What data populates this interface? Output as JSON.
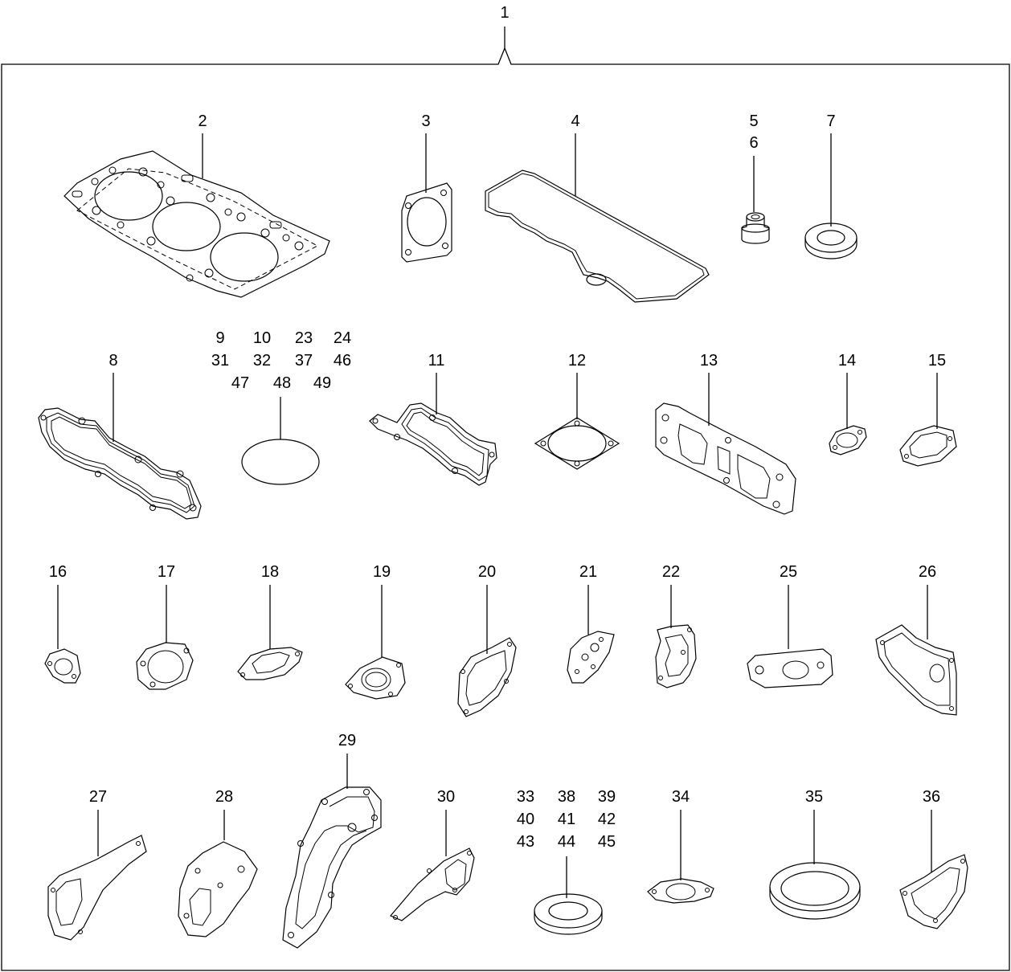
{
  "labels": {
    "l1": "1",
    "l2": "2",
    "l3": "3",
    "l4": "4",
    "l5": "5",
    "l6": "6",
    "l7": "7",
    "l8": "8",
    "l9": "9",
    "l10": "10",
    "l23": "23",
    "l24": "24",
    "l31": "31",
    "l32": "32",
    "l37": "37",
    "l46": "46",
    "l47": "47",
    "l48": "48",
    "l49": "49",
    "l11": "11",
    "l12": "12",
    "l13": "13",
    "l14": "14",
    "l15": "15",
    "l16": "16",
    "l17": "17",
    "l18": "18",
    "l19": "19",
    "l20": "20",
    "l21": "21",
    "l22": "22",
    "l25": "25",
    "l26": "26",
    "l27": "27",
    "l28": "28",
    "l29": "29",
    "l30": "30",
    "l33": "33",
    "l38": "38",
    "l39": "39",
    "l40": "40",
    "l41": "41",
    "l42": "42",
    "l43": "43",
    "l44": "44",
    "l45": "45",
    "l34": "34",
    "l35": "35",
    "l36": "36"
  }
}
